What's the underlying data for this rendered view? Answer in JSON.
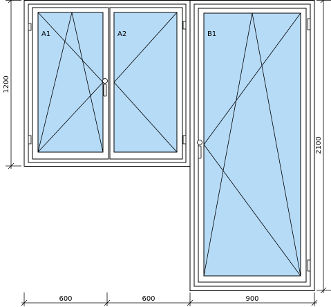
{
  "colors": {
    "glass": "#B6DBF7",
    "frame": "#FFFFFF",
    "line": "#000000",
    "hardware": "#F4F4F4"
  },
  "sashes": [
    {
      "label": "A1",
      "opening": "tilt-and-turn",
      "hinge_side": "left",
      "handle_side": "right"
    },
    {
      "label": "A2",
      "opening": "turn",
      "hinge_side": "right",
      "handle_side": "left"
    },
    {
      "label": "B1",
      "opening": "tilt-and-turn",
      "hinge_side": "right",
      "handle_side": "left"
    }
  ],
  "dimensions": {
    "widths": [
      "600",
      "600",
      "900"
    ],
    "window_height": "1200",
    "door_height": "2100"
  }
}
